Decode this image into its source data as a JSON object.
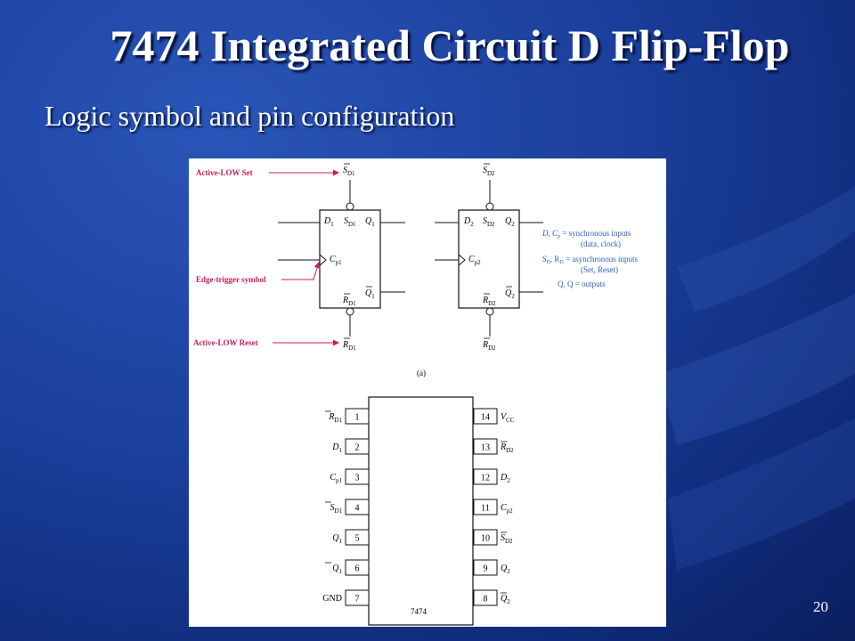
{
  "slide": {
    "title": "7474 Integrated Circuit D Flip-Flop",
    "subtitle": "Logic symbol and pin configuration",
    "page_number": "20"
  },
  "logic_symbol": {
    "callouts": {
      "set": "Active-LOW Set",
      "edge": "Edge-trigger symbol",
      "reset": "Active-LOW Reset"
    },
    "ff1": {
      "s_top": "S",
      "s_top_sub": "D1",
      "d": "D",
      "d_sub": "1",
      "s_in": "S",
      "s_in_sub": "D1",
      "q": "Q",
      "q_sub": "1",
      "cp": "C",
      "cp_sub": "p1",
      "r_in": "R",
      "r_in_sub": "D1",
      "qbar": "Q",
      "qbar_sub": "1",
      "r_bot": "R",
      "r_bot_sub": "D1"
    },
    "ff2": {
      "s_top": "S",
      "s_top_sub": "D2",
      "d": "D",
      "d_sub": "2",
      "s_in": "S",
      "s_in_sub": "D2",
      "q": "Q",
      "q_sub": "2",
      "cp": "C",
      "cp_sub": "p2",
      "r_in": "R",
      "r_in_sub": "D2",
      "qbar": "Q",
      "qbar_sub": "2",
      "r_bot": "R",
      "r_bot_sub": "D2"
    },
    "legend": {
      "l1a": "D, C",
      "l1a_sub": "p",
      "l1b": " = synchronous inputs",
      "l2": "(data, clock)",
      "l3a": "S",
      "l3a_sub": "D",
      "l3b": ", R",
      "l3b_sub": "D",
      "l3c": " = asynchronous inputs",
      "l4": "(Set, Reset)",
      "l5": "Q, Q = outputs"
    },
    "caption": "(a)"
  },
  "pinout": {
    "chip_label": "7474",
    "left_pins": [
      {
        "num": "1",
        "name": "R",
        "sub": "D1"
      },
      {
        "num": "2",
        "name": "D",
        "sub": "1"
      },
      {
        "num": "3",
        "name": "C",
        "sub": "p1"
      },
      {
        "num": "4",
        "name": "S",
        "sub": "D1"
      },
      {
        "num": "5",
        "name": "Q",
        "sub": "1"
      },
      {
        "num": "6",
        "name": "Q",
        "sub": "1"
      },
      {
        "num": "7",
        "name": "GND",
        "sub": ""
      }
    ],
    "right_pins": [
      {
        "num": "14",
        "name": "V",
        "sub": "CC"
      },
      {
        "num": "13",
        "name": "R",
        "sub": "D2"
      },
      {
        "num": "12",
        "name": "D",
        "sub": "2"
      },
      {
        "num": "11",
        "name": "C",
        "sub": "p2"
      },
      {
        "num": "10",
        "name": "S",
        "sub": "D2"
      },
      {
        "num": "9",
        "name": "Q",
        "sub": "2"
      },
      {
        "num": "8",
        "name": "Q",
        "sub": "2"
      }
    ]
  },
  "colors": {
    "background": "#1b3f9c",
    "callout": "#cc1a5a",
    "legend": "#2a5fc0"
  }
}
